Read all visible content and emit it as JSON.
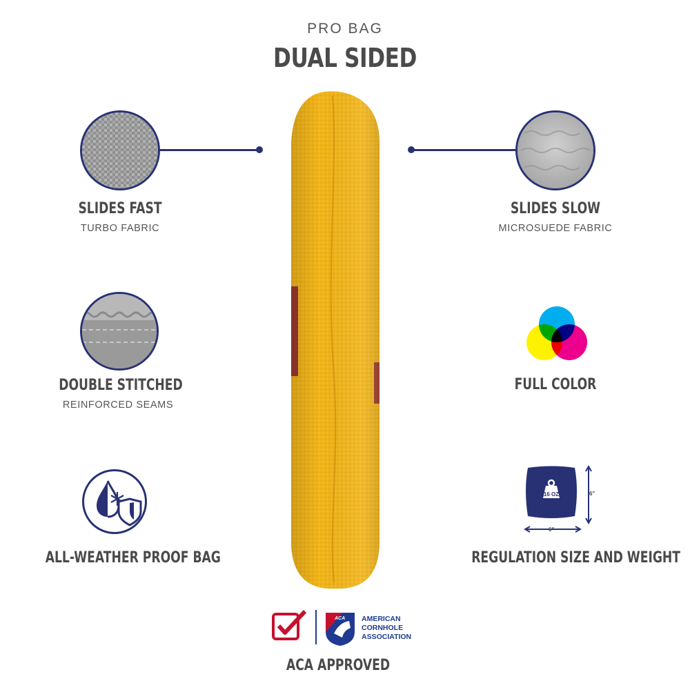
{
  "header": {
    "subtitle": "PRO BAG",
    "title": "DUAL SIDED"
  },
  "features": {
    "slides_fast": {
      "title": "SLIDES FAST",
      "subtitle": "TURBO FABRIC",
      "icon": "turbo-fabric-texture-icon"
    },
    "slides_slow": {
      "title": "SLIDES SLOW",
      "subtitle": "MICROSUEDE FABRIC",
      "icon": "microsuede-fabric-texture-icon"
    },
    "double_stitched": {
      "title": "DOUBLE STITCHED",
      "subtitle": "REINFORCED SEAMS",
      "icon": "stitched-seam-icon"
    },
    "full_color": {
      "title": "FULL COLOR",
      "icon": "cmy-color-circles-icon"
    },
    "all_weather": {
      "title": "ALL-WEATHER PROOF BAG",
      "icon": "water-snowflake-shield-icon"
    },
    "regulation": {
      "title": "REGULATION SIZE AND WEIGHT",
      "icon": "bag-weight-icon",
      "weight_label": "16 OZ",
      "height_label": "6\"",
      "width_label": "6\""
    }
  },
  "badge": {
    "org_abbrev": "ACA",
    "org_line1": "AMERICAN",
    "org_line2": "CORNHOLE",
    "org_line3": "ASSOCIATION",
    "label": "ACA APPROVED",
    "icons": [
      "checkbox-check-icon",
      "aca-logo-icon"
    ]
  },
  "colors": {
    "navy": "#283174",
    "bag_yellow": "#f2b51a",
    "text_gray": "#4a4a4a",
    "aca_red": "#c4122f",
    "aca_blue": "#1f3a93"
  }
}
